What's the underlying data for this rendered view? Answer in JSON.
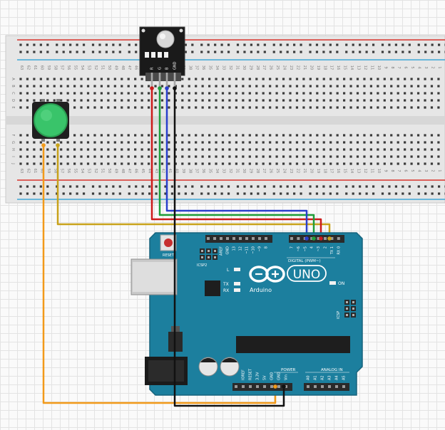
{
  "arduino": {
    "uno": "UNO",
    "brand": "Arduino",
    "reset": "RESET",
    "icsp2": "ICSP2",
    "icsp": "ICSP",
    "digital": "DIGITAL (PWM~)",
    "analog": "ANALOG IN",
    "power": "POWER",
    "on": "ON",
    "led_l": "L",
    "tx": "TX",
    "rx": "RX",
    "top_pins": [
      "AREF",
      "GND",
      "13",
      "12",
      "~11",
      "~10",
      "~9",
      "8",
      "7",
      "~6",
      "~5",
      "4",
      "~3",
      "2",
      "TX 1",
      "RX 0"
    ],
    "power_pins": [
      "IOREF",
      "RESET",
      "3.3V",
      "5V",
      "GND",
      "GND",
      "Vin"
    ],
    "analog_pins": [
      "A0",
      "A1",
      "A2",
      "A3",
      "A4",
      "A5"
    ]
  },
  "breadboard": {
    "row_labels": [
      "A",
      "B",
      "C",
      "D",
      "E",
      "F",
      "G",
      "H",
      "I",
      "J"
    ],
    "column_count": 63
  },
  "rgb_module": {
    "pin_labels": [
      "R",
      "G",
      "B",
      "GND"
    ]
  },
  "wire_colors": {
    "red": "#cc1a1a",
    "green": "#1f9e3a",
    "blue": "#2a3fcc",
    "black": "#111111",
    "orange": "#f29a1a",
    "olive": "#c8a21a"
  }
}
